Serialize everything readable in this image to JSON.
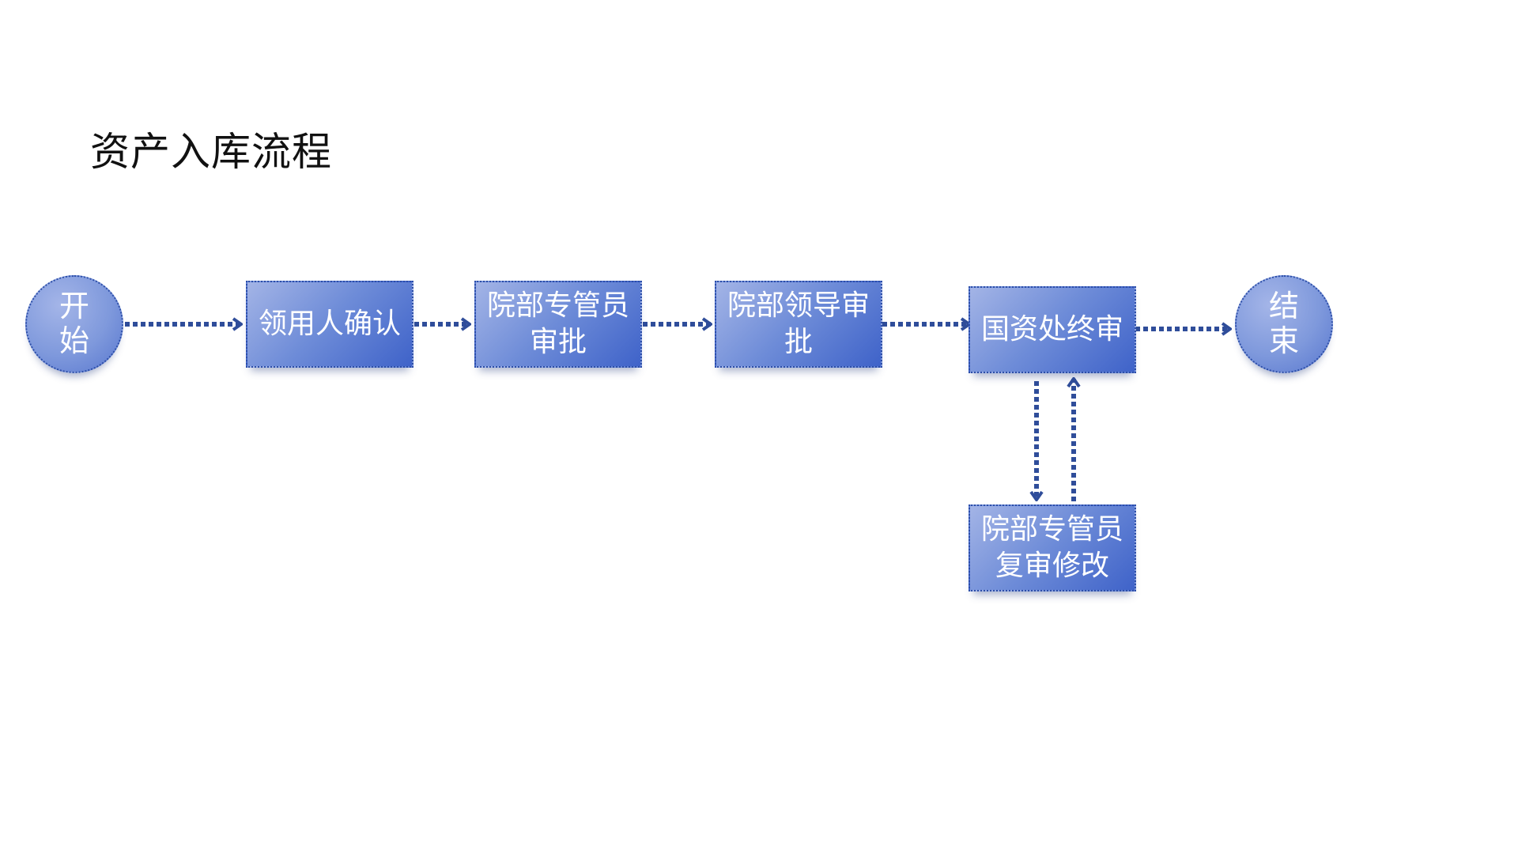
{
  "title": "资产入库流程",
  "nodes": {
    "start": "开\n始",
    "confirm": "领用人确认",
    "dept_admin": "院部专管员\n审批",
    "dept_leader": "院部领导审\n批",
    "final_review": "国资处终审",
    "end": "结\n束",
    "revise": "院部专管员\n复审修改"
  },
  "colors": {
    "node_fill_start": "#a3b4e6",
    "node_fill_end": "#3f63c9",
    "connector": "#2f4d9a",
    "node_text": "#ffffff"
  }
}
